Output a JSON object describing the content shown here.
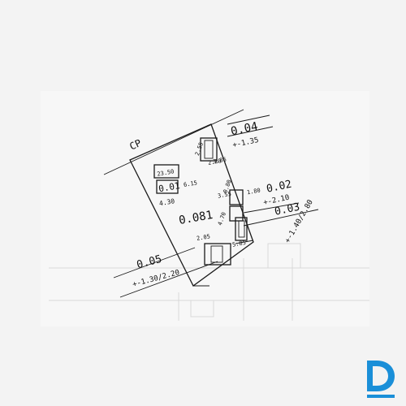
{
  "plan": {
    "main_room": {
      "id": "0.081",
      "area": "23.50"
    },
    "north_label": "CP",
    "openings": [
      {
        "code": "0.04",
        "elevation": "+-1.35"
      },
      {
        "code": "0.02",
        "elevation": "+-2.10"
      },
      {
        "code": "0.03",
        "elevation": "+-1.40/2.80"
      },
      {
        "code": "0.05",
        "elevation": "+-1.30/2.20"
      }
    ],
    "sub_room": {
      "id": "0.01",
      "area": "4.30"
    },
    "dimensions": [
      "2.55",
      "2.20",
      "6.15",
      "3.55",
      "2.05",
      "3.86",
      "5.85",
      "0.80",
      "4.70",
      "1.80"
    ]
  },
  "brand": {
    "accent": "#1a8fd8"
  }
}
